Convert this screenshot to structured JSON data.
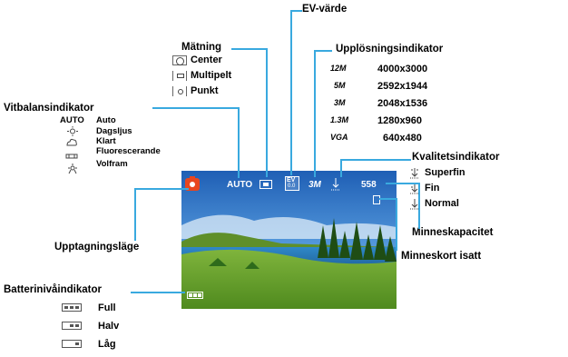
{
  "labels": {
    "ev": "EV-värde",
    "metering": "Mätning",
    "resolution": "Upplösningsindikator",
    "white_balance": "Vitbalansindikator",
    "quality": "Kvalitetsindikator",
    "memory_capacity": "Minneskapacitet",
    "memory_card": "Minneskort isatt",
    "shooting_mode": "Upptagningsläge",
    "battery": "Batterinivåindikator"
  },
  "metering_options": [
    {
      "icon": "center-metering-icon",
      "label": "Center"
    },
    {
      "icon": "multi-metering-icon",
      "label": "Multipelt"
    },
    {
      "icon": "spot-metering-icon",
      "label": "Punkt"
    }
  ],
  "resolutions": [
    {
      "tag": "12M",
      "size": "4000x3000"
    },
    {
      "tag": "5M",
      "size": "2592x1944"
    },
    {
      "tag": "3M",
      "size": "2048x1536"
    },
    {
      "tag": "1.3M",
      "size": "1280x960"
    },
    {
      "tag": "VGA",
      "size": "640x480"
    }
  ],
  "white_balance_options": [
    {
      "icon": "AUTO",
      "label": "Auto"
    },
    {
      "icon": "sun-icon",
      "label": "Dagsljus"
    },
    {
      "icon": "cloud-icon",
      "label": "Klart"
    },
    {
      "icon": "fluorescent-icon",
      "label": "Fluorescerande"
    },
    {
      "icon": "tungsten-icon",
      "label": "Volfram"
    }
  ],
  "quality_options": [
    {
      "icon": "superfine-icon",
      "label": "Superfin"
    },
    {
      "icon": "fine-icon",
      "label": "Fin"
    },
    {
      "icon": "normal-icon",
      "label": "Normal"
    }
  ],
  "battery_levels": [
    {
      "label": "Full",
      "bars": 3
    },
    {
      "label": "Halv",
      "bars": 2
    },
    {
      "label": "Låg",
      "bars": 1
    }
  ],
  "screen": {
    "wb": "AUTO",
    "ev": "EV",
    "ev_value": "0.0",
    "resolution": "3M",
    "shots_remaining": "558"
  },
  "colors": {
    "callout_line": "#39a9df",
    "camera_icon": "#e8461e"
  }
}
